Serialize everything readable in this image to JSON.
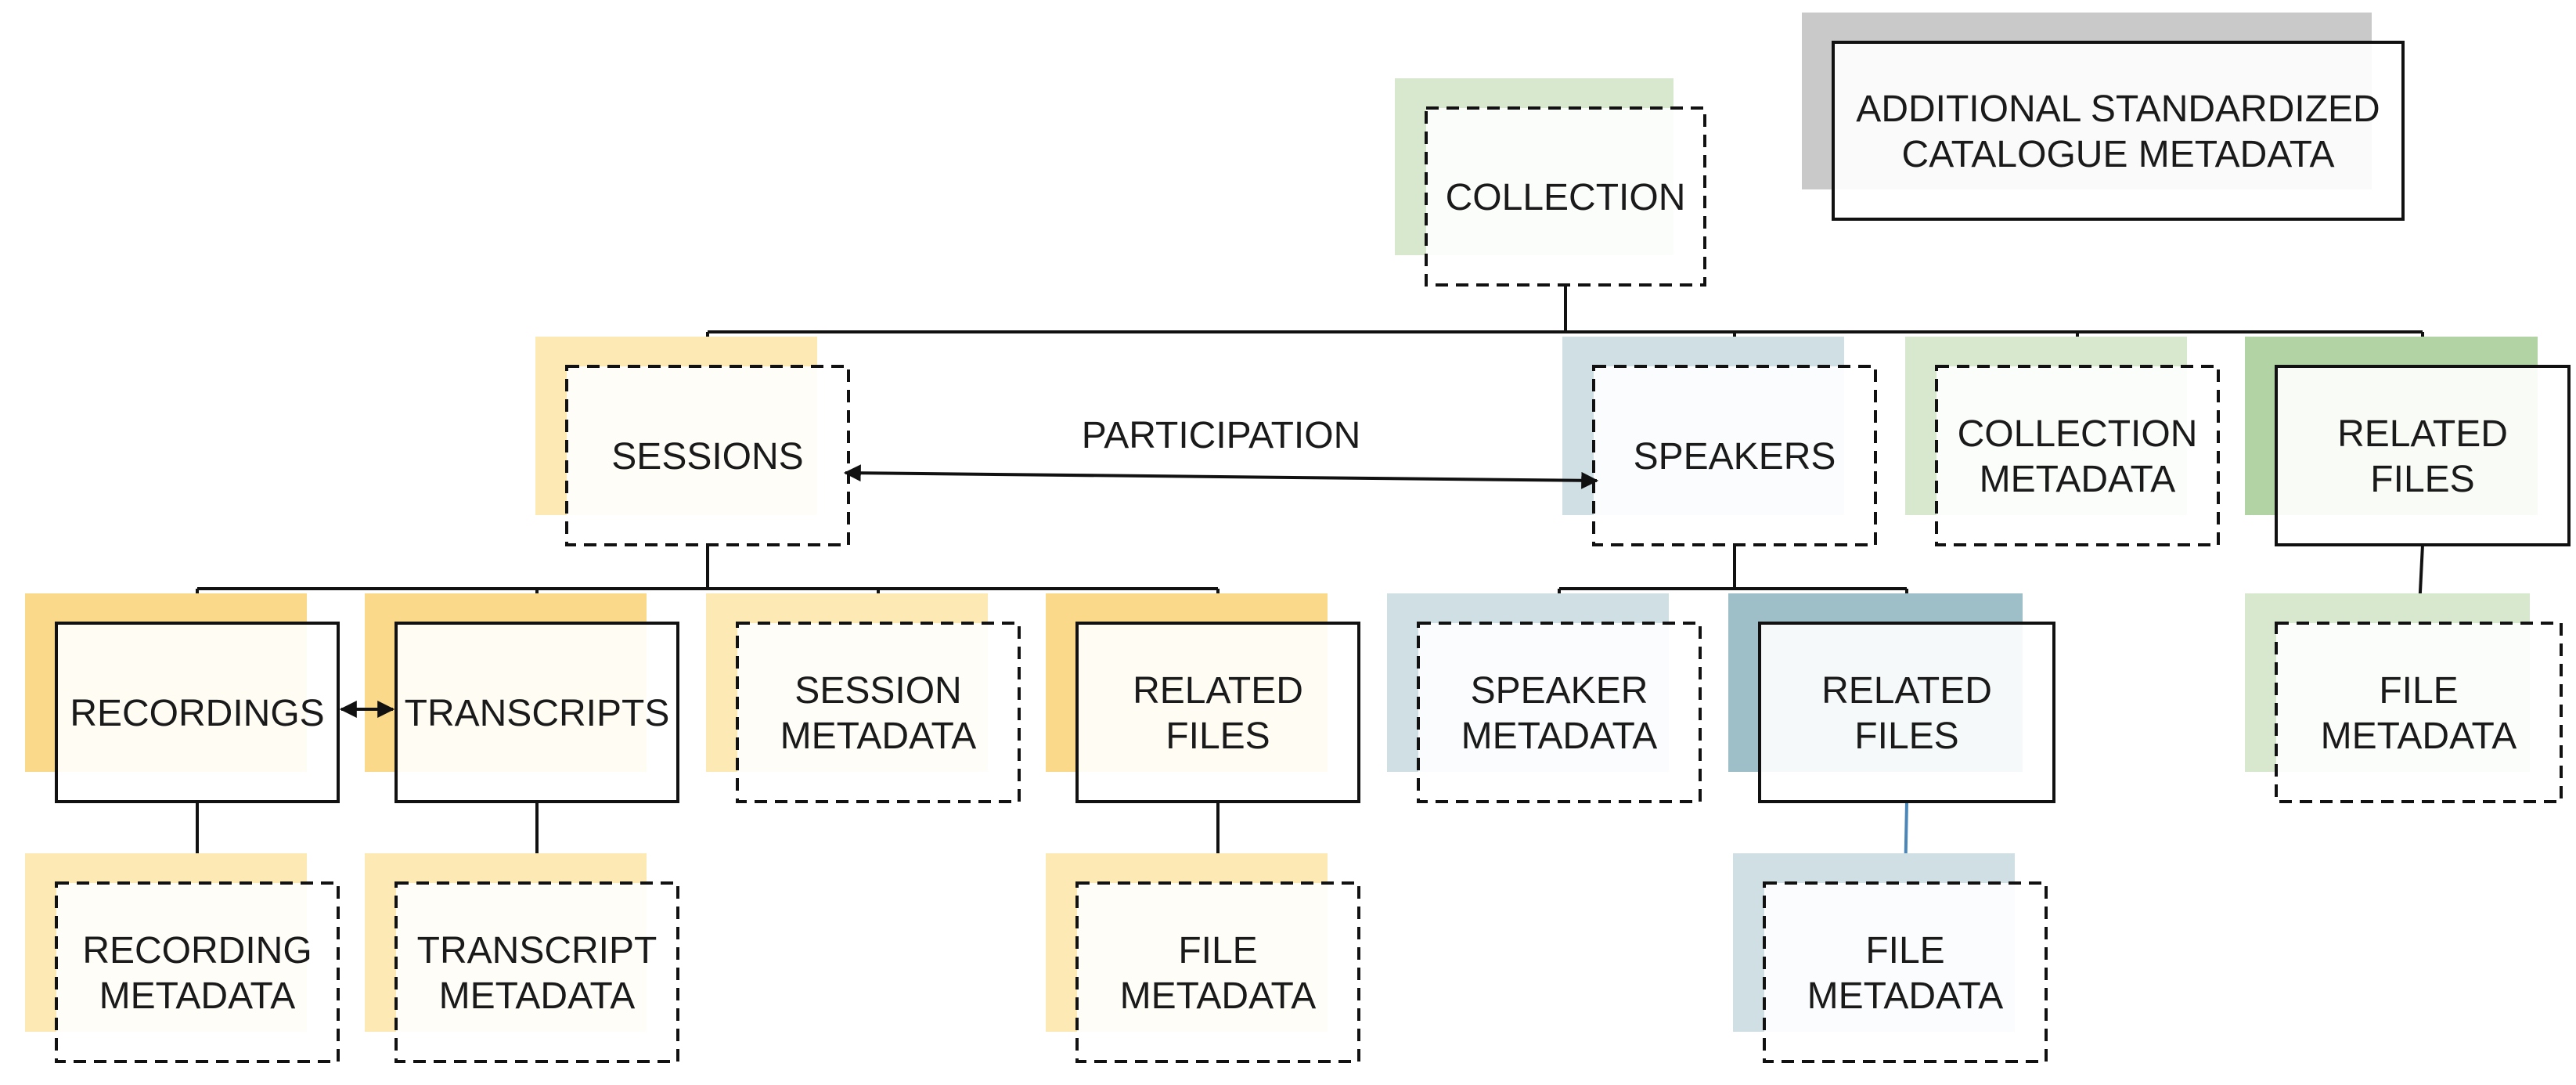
{
  "colors": {
    "sessions_shadow": "#fde9b3",
    "sessions_shadow_strong": "#fbd98a",
    "speakers_shadow": "#cfdfe4",
    "speakers_shadow_strong": "#9fbfc8",
    "collection_shadow": "#d7e8cf",
    "collection_shadow_strong": "#b2d4a4",
    "catalogue_shadow": "#c9c9c9",
    "line": "#111111",
    "speaker_link": "#4a86b7"
  },
  "nodes": {
    "collection": {
      "label": [
        "COLLECTION"
      ],
      "style": "dashed",
      "theme": "collection"
    },
    "catalogue": {
      "label": [
        "ADDITIONAL STANDARDIZED",
        "CATALOGUE METADATA"
      ],
      "style": "solid",
      "theme": "catalogue"
    },
    "sessions": {
      "label": [
        "SESSIONS"
      ],
      "style": "dashed",
      "theme": "sessions"
    },
    "speakers": {
      "label": [
        "SPEAKERS"
      ],
      "style": "dashed",
      "theme": "speakers"
    },
    "collection_metadata": {
      "label": [
        "COLLECTION",
        "METADATA"
      ],
      "style": "dashed",
      "theme": "collection"
    },
    "collection_related_files": {
      "label": [
        "RELATED",
        "FILES"
      ],
      "style": "solid",
      "theme": "collection_strong"
    },
    "recordings": {
      "label": [
        "RECORDINGS"
      ],
      "style": "solid",
      "theme": "sessions_strong"
    },
    "transcripts": {
      "label": [
        "TRANSCRIPTS"
      ],
      "style": "solid",
      "theme": "sessions_strong"
    },
    "session_metadata": {
      "label": [
        "SESSION",
        "METADATA"
      ],
      "style": "dashed",
      "theme": "sessions"
    },
    "session_related_files": {
      "label": [
        "RELATED",
        "FILES"
      ],
      "style": "solid",
      "theme": "sessions_strong"
    },
    "speaker_metadata": {
      "label": [
        "SPEAKER",
        "METADATA"
      ],
      "style": "dashed",
      "theme": "speakers"
    },
    "speaker_related_files": {
      "label": [
        "RELATED",
        "FILES"
      ],
      "style": "solid",
      "theme": "speakers_strong"
    },
    "collection_file_metadata": {
      "label": [
        "FILE",
        "METADATA"
      ],
      "style": "dashed",
      "theme": "collection"
    },
    "recording_metadata": {
      "label": [
        "RECORDING",
        "METADATA"
      ],
      "style": "dashed",
      "theme": "sessions"
    },
    "transcript_metadata": {
      "label": [
        "TRANSCRIPT",
        "METADATA"
      ],
      "style": "dashed",
      "theme": "sessions"
    },
    "session_file_metadata": {
      "label": [
        "FILE",
        "METADATA"
      ],
      "style": "dashed",
      "theme": "sessions"
    },
    "speaker_file_metadata": {
      "label": [
        "FILE",
        "METADATA"
      ],
      "style": "dashed",
      "theme": "speakers"
    }
  },
  "edges": [
    {
      "from": "collection",
      "to": [
        "sessions",
        "speakers",
        "collection_metadata",
        "collection_related_files"
      ]
    },
    {
      "from": "sessions",
      "to": [
        "recordings",
        "transcripts",
        "session_metadata",
        "session_related_files"
      ]
    },
    {
      "from": "speakers",
      "to": [
        "speaker_metadata",
        "speaker_related_files"
      ]
    },
    {
      "from": "recordings",
      "to": [
        "recording_metadata"
      ]
    },
    {
      "from": "transcripts",
      "to": [
        "transcript_metadata"
      ]
    },
    {
      "from": "session_related_files",
      "to": [
        "session_file_metadata"
      ]
    },
    {
      "from": "speaker_related_files",
      "to": [
        "speaker_file_metadata"
      ]
    },
    {
      "from": "collection_related_files",
      "to": [
        "collection_file_metadata"
      ]
    }
  ],
  "relations": [
    {
      "from": "sessions",
      "to": "speakers",
      "label": "PARTICIPATION"
    },
    {
      "from": "recordings",
      "to": "transcripts",
      "label": ""
    }
  ]
}
